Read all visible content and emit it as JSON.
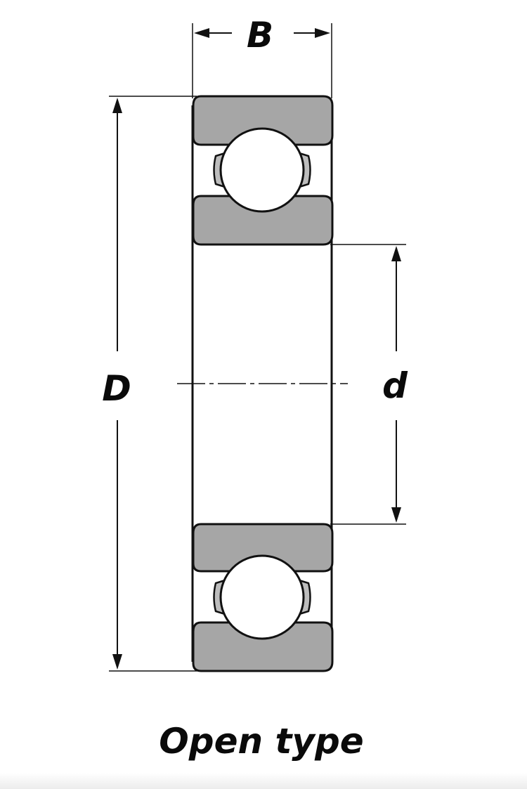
{
  "labels": {
    "width": "B",
    "outer_diameter": "D",
    "bore_diameter": "d",
    "caption": "Open type"
  },
  "colors": {
    "ring_fill": "#a6a6a6",
    "ball_fill": "#ffffff",
    "cage_fill": "#bdbdbd",
    "line": "#111111"
  }
}
